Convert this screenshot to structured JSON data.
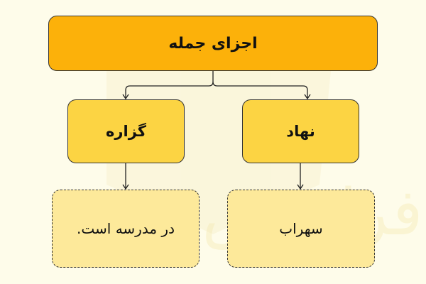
{
  "diagram": {
    "root": {
      "label": "اجزای جمله"
    },
    "branches": [
      {
        "label": "نهاد",
        "example": "سهراب"
      },
      {
        "label": "گزاره",
        "example": "در مدرسه است."
      }
    ]
  },
  "colors": {
    "background": "#FEFCEA",
    "root_fill": "#FCB10A",
    "branch_fill": "#FCD443",
    "leaf_fill": "#FDE99A",
    "stroke": "#333333"
  },
  "watermark": {
    "text": "فرادرس"
  }
}
